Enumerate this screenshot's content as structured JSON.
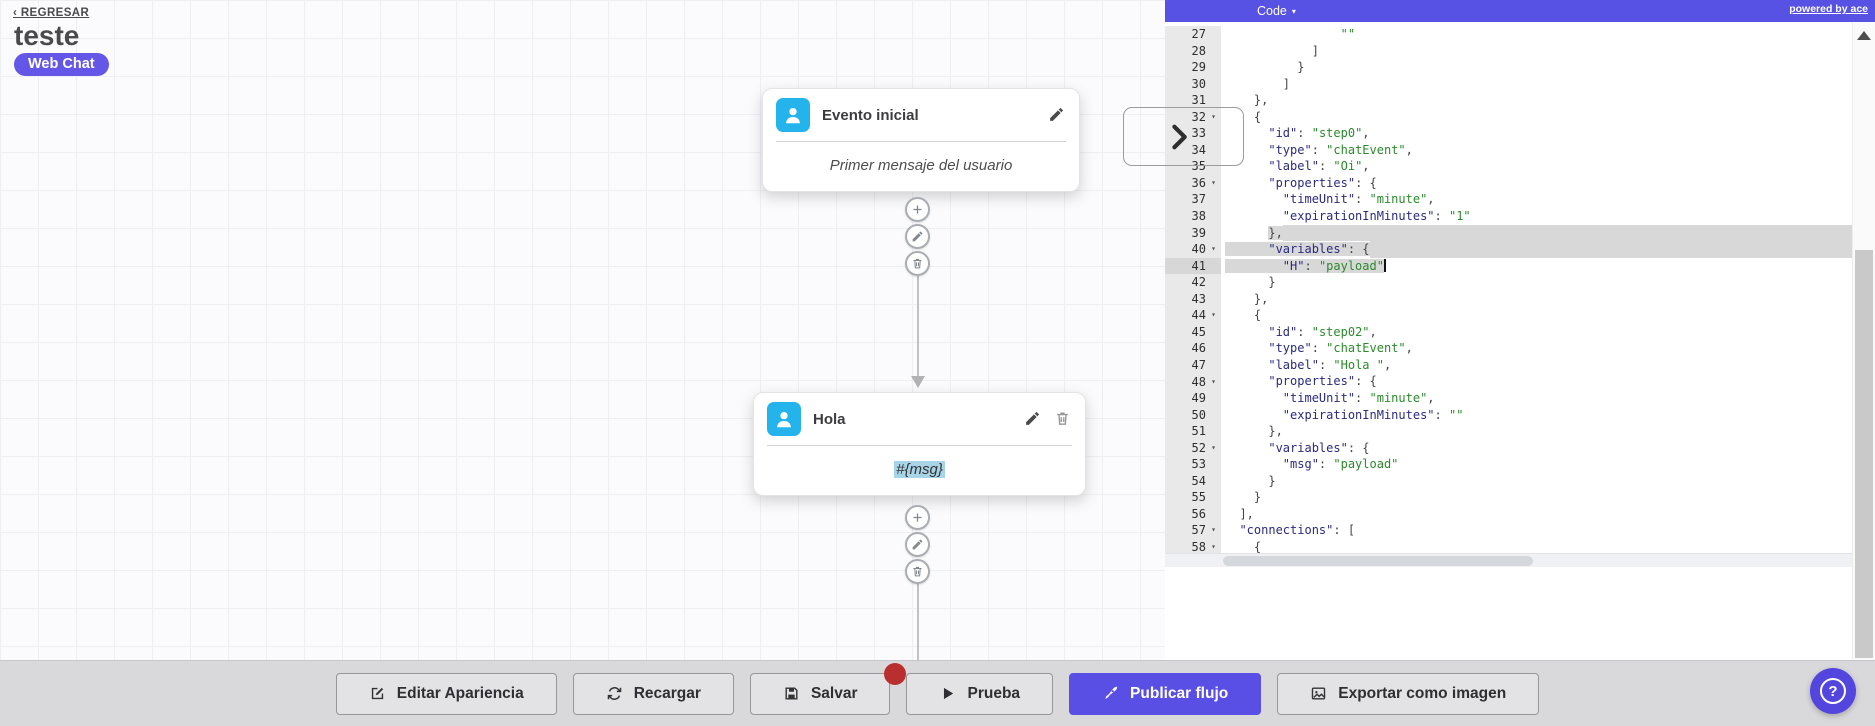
{
  "page": {
    "back_label": "‹ REGRESAR",
    "title": "teste",
    "channel_badge": "Web Chat",
    "colors": {
      "accent_purple": "#5a4fe4",
      "badge_purple": "#6457e8",
      "editor_header_purple": "#5752e3",
      "node_icon_blue": "#24b3ea",
      "msg_highlight_blue": "#a8d4e7",
      "unsaved_dot_red": "#b92f2f",
      "selection_gray": "#d8d8d8",
      "code_key_navy": "#2a2a7f",
      "code_string_green": "#2b8a2b"
    }
  },
  "canvas": {
    "nodes": [
      {
        "title": "Evento inicial",
        "body": "Primer mensaje del usuario"
      },
      {
        "title": "Hola",
        "body": "#{msg}"
      }
    ]
  },
  "editor": {
    "mode_label": "Code",
    "mode_caret": "▾",
    "fold_icon": "▾",
    "powered_by": "powered by ace",
    "lines": [
      {
        "n": 27,
        "t": [
          {
            "c": "p",
            "x": "                "
          },
          {
            "c": "s",
            "x": "\"\""
          }
        ]
      },
      {
        "n": 28,
        "t": [
          {
            "c": "p",
            "x": "            ]"
          }
        ]
      },
      {
        "n": 29,
        "t": [
          {
            "c": "p",
            "x": "          }"
          }
        ]
      },
      {
        "n": 30,
        "t": [
          {
            "c": "p",
            "x": "        ]"
          }
        ]
      },
      {
        "n": 31,
        "t": [
          {
            "c": "p",
            "x": "    },"
          }
        ]
      },
      {
        "n": 32,
        "fold": true,
        "t": [
          {
            "c": "p",
            "x": "    {"
          }
        ]
      },
      {
        "n": 33,
        "t": [
          {
            "c": "p",
            "x": "      "
          },
          {
            "c": "k",
            "x": "\"id\""
          },
          {
            "c": "p",
            "x": ": "
          },
          {
            "c": "s",
            "x": "\"step0\""
          },
          {
            "c": "p",
            "x": ","
          }
        ]
      },
      {
        "n": 34,
        "t": [
          {
            "c": "p",
            "x": "      "
          },
          {
            "c": "k",
            "x": "\"type\""
          },
          {
            "c": "p",
            "x": ": "
          },
          {
            "c": "s",
            "x": "\"chatEvent\""
          },
          {
            "c": "p",
            "x": ","
          }
        ]
      },
      {
        "n": 35,
        "t": [
          {
            "c": "p",
            "x": "      "
          },
          {
            "c": "k",
            "x": "\"label\""
          },
          {
            "c": "p",
            "x": ": "
          },
          {
            "c": "s",
            "x": "\"Oi\""
          },
          {
            "c": "p",
            "x": ","
          }
        ]
      },
      {
        "n": 36,
        "fold": true,
        "t": [
          {
            "c": "p",
            "x": "      "
          },
          {
            "c": "k",
            "x": "\"properties\""
          },
          {
            "c": "p",
            "x": ": {"
          }
        ]
      },
      {
        "n": 37,
        "t": [
          {
            "c": "p",
            "x": "        "
          },
          {
            "c": "k",
            "x": "\"timeUnit\""
          },
          {
            "c": "p",
            "x": ": "
          },
          {
            "c": "s",
            "x": "\"minute\""
          },
          {
            "c": "p",
            "x": ","
          }
        ]
      },
      {
        "n": 38,
        "t": [
          {
            "c": "p",
            "x": "        "
          },
          {
            "c": "k",
            "x": "\"expirationInMinutes\""
          },
          {
            "c": "p",
            "x": ": "
          },
          {
            "c": "s",
            "x": "\"1\""
          }
        ]
      },
      {
        "n": 39,
        "fillSel": true,
        "t": [
          {
            "c": "p",
            "x": "      "
          },
          {
            "c": "p",
            "x": "},",
            "h": true
          }
        ]
      },
      {
        "n": 40,
        "fold": true,
        "fillSel": true,
        "t": [
          {
            "c": "p",
            "x": "      ",
            "h": true
          },
          {
            "c": "k",
            "x": "\"variables\"",
            "h": true
          },
          {
            "c": "p",
            "x": ": {",
            "h": true
          }
        ]
      },
      {
        "n": 41,
        "active": true,
        "cursor": true,
        "t": [
          {
            "c": "p",
            "x": "        ",
            "h": true
          },
          {
            "c": "k",
            "x": "\"H\"",
            "h": true
          },
          {
            "c": "p",
            "x": ": ",
            "h": true
          },
          {
            "c": "s",
            "x": "\"payload\"",
            "h": true
          }
        ]
      },
      {
        "n": 42,
        "t": [
          {
            "c": "p",
            "x": "      }"
          }
        ]
      },
      {
        "n": 43,
        "t": [
          {
            "c": "p",
            "x": "    },"
          }
        ]
      },
      {
        "n": 44,
        "fold": true,
        "t": [
          {
            "c": "p",
            "x": "    {"
          }
        ]
      },
      {
        "n": 45,
        "t": [
          {
            "c": "p",
            "x": "      "
          },
          {
            "c": "k",
            "x": "\"id\""
          },
          {
            "c": "p",
            "x": ": "
          },
          {
            "c": "s",
            "x": "\"step02\""
          },
          {
            "c": "p",
            "x": ","
          }
        ]
      },
      {
        "n": 46,
        "t": [
          {
            "c": "p",
            "x": "      "
          },
          {
            "c": "k",
            "x": "\"type\""
          },
          {
            "c": "p",
            "x": ": "
          },
          {
            "c": "s",
            "x": "\"chatEvent\""
          },
          {
            "c": "p",
            "x": ","
          }
        ]
      },
      {
        "n": 47,
        "t": [
          {
            "c": "p",
            "x": "      "
          },
          {
            "c": "k",
            "x": "\"label\""
          },
          {
            "c": "p",
            "x": ": "
          },
          {
            "c": "s",
            "x": "\"Hola \""
          },
          {
            "c": "p",
            "x": ","
          }
        ]
      },
      {
        "n": 48,
        "fold": true,
        "t": [
          {
            "c": "p",
            "x": "      "
          },
          {
            "c": "k",
            "x": "\"properties\""
          },
          {
            "c": "p",
            "x": ": {"
          }
        ]
      },
      {
        "n": 49,
        "t": [
          {
            "c": "p",
            "x": "        "
          },
          {
            "c": "k",
            "x": "\"timeUnit\""
          },
          {
            "c": "p",
            "x": ": "
          },
          {
            "c": "s",
            "x": "\"minute\""
          },
          {
            "c": "p",
            "x": ","
          }
        ]
      },
      {
        "n": 50,
        "t": [
          {
            "c": "p",
            "x": "        "
          },
          {
            "c": "k",
            "x": "\"expirationInMinutes\""
          },
          {
            "c": "p",
            "x": ": "
          },
          {
            "c": "s",
            "x": "\"\""
          }
        ]
      },
      {
        "n": 51,
        "t": [
          {
            "c": "p",
            "x": "      },"
          }
        ]
      },
      {
        "n": 52,
        "fold": true,
        "t": [
          {
            "c": "p",
            "x": "      "
          },
          {
            "c": "k",
            "x": "\"variables\""
          },
          {
            "c": "p",
            "x": ": {"
          }
        ]
      },
      {
        "n": 53,
        "t": [
          {
            "c": "p",
            "x": "        "
          },
          {
            "c": "k",
            "x": "\"msg\""
          },
          {
            "c": "p",
            "x": ": "
          },
          {
            "c": "s",
            "x": "\"payload\""
          }
        ]
      },
      {
        "n": 54,
        "t": [
          {
            "c": "p",
            "x": "      }"
          }
        ]
      },
      {
        "n": 55,
        "t": [
          {
            "c": "p",
            "x": "    }"
          }
        ]
      },
      {
        "n": 56,
        "t": [
          {
            "c": "p",
            "x": "  ],"
          }
        ]
      },
      {
        "n": 57,
        "fold": true,
        "t": [
          {
            "c": "p",
            "x": "  "
          },
          {
            "c": "k",
            "x": "\"connections\""
          },
          {
            "c": "p",
            "x": ": ["
          }
        ]
      },
      {
        "n": 58,
        "fold": true,
        "t": [
          {
            "c": "p",
            "x": "    {"
          }
        ]
      }
    ]
  },
  "toolbar": {
    "buttons": [
      {
        "label": "Editar Apariencia",
        "icon": "edit-square",
        "primary": false
      },
      {
        "label": "Recargar",
        "icon": "refresh",
        "primary": false
      },
      {
        "label": "Salvar",
        "icon": "save",
        "primary": false,
        "unsaved_badge": true
      },
      {
        "label": "Prueba",
        "icon": "play",
        "primary": false
      },
      {
        "label": "Publicar flujo",
        "icon": "rocket",
        "primary": true
      },
      {
        "label": "Exportar como imagen",
        "icon": "image",
        "primary": false
      }
    ]
  },
  "help_button": {
    "label": "?"
  }
}
